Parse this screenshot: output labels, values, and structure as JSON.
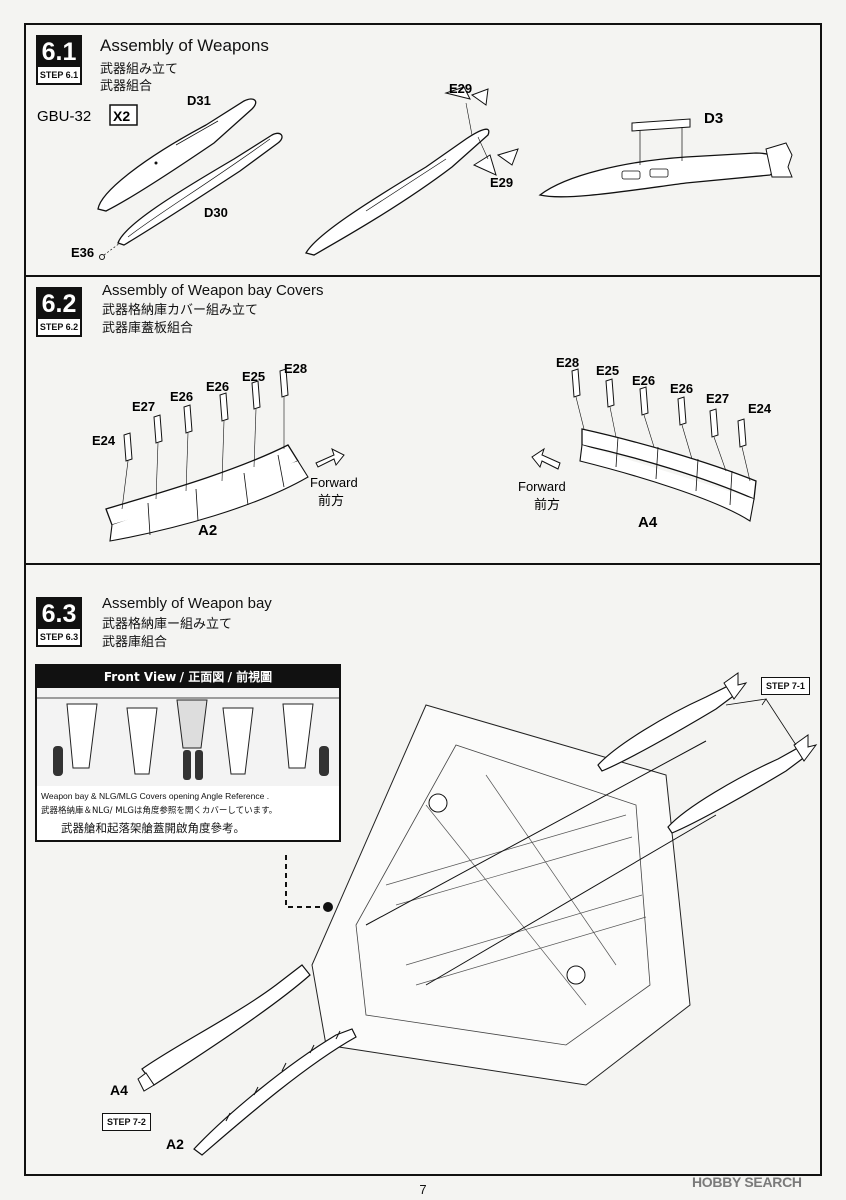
{
  "page_number": "7",
  "watermark": "HOBBY SEARCH",
  "step61": {
    "num": "6.1",
    "step": "STEP 6.1",
    "title_en": "Assembly of Weapons",
    "title_jp": "武器組み立て",
    "title_zh": "武器組合",
    "weapon": "GBU-32",
    "qty": "X2",
    "parts": {
      "d31": "D31",
      "d30": "D30",
      "e36": "E36",
      "e29a": "E29",
      "e29b": "E29",
      "d3": "D3"
    }
  },
  "step62": {
    "num": "6.2",
    "step": "STEP 6.2",
    "title_en": "Assembly of Weapon bay Covers",
    "title_jp": "武器格納庫カバー組み立て",
    "title_zh": "武器庫蓋板組合",
    "left": {
      "e24": "E24",
      "e27": "E27",
      "e26a": "E26",
      "e26b": "E26",
      "e25": "E25",
      "e28": "E28",
      "base": "A2"
    },
    "right": {
      "e28": "E28",
      "e25": "E25",
      "e26a": "E26",
      "e26b": "E26",
      "e27": "E27",
      "e24": "E24",
      "base": "A4"
    },
    "forward_en": "Forward",
    "forward_jp": "前方"
  },
  "step63": {
    "num": "6.3",
    "step": "STEP 6.3",
    "title_en": "Assembly of Weapon bay",
    "title_jp": "武器格納庫ー組み立て",
    "title_zh": "武器庫組合",
    "front_view": {
      "head_en": "Front View",
      "head_jp": "正面図",
      "head_zh": "前視圖",
      "cap_en": "Weapon bay & NLG/MLG Covers opening Angle  Reference .",
      "cap_jp": "武器格納庫＆NLG/ MLGは角度参照を開くカバーしています。",
      "cap_zh": "武器艙和起落架艙蓋開啟角度參考。"
    },
    "step71": "STEP 7-1",
    "step72": "STEP 7-2",
    "a4": "A4",
    "a2": "A2"
  }
}
